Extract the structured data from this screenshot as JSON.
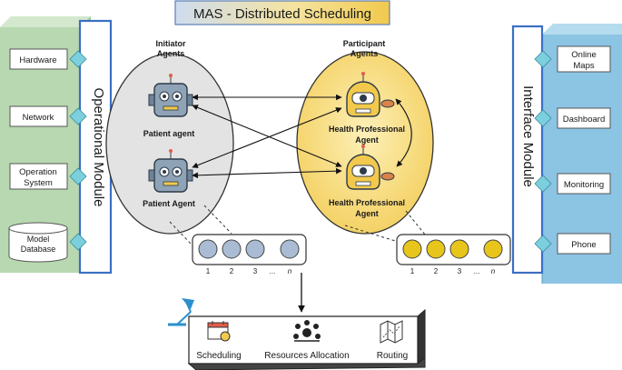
{
  "title": "MAS - Distributed Scheduling",
  "operational_module": {
    "label": "Operational Module",
    "items": [
      "Hardware",
      "Network",
      "Operation System",
      "Model Database"
    ]
  },
  "interface_module": {
    "label": "Interface Module",
    "items": [
      "Online Maps",
      "Dashboard",
      "Monitoring",
      "Phone"
    ]
  },
  "initiator": {
    "heading": "Initiator Agents",
    "agents": [
      "Patient agent",
      "Patient Agent"
    ]
  },
  "participant": {
    "heading": "Participant Agents",
    "agents": [
      "Health Professional Agent",
      "Health Professional Agent"
    ]
  },
  "queues": {
    "initiator_labels": [
      "1",
      "2",
      "3",
      "...",
      "n"
    ],
    "participant_labels": [
      "1",
      "2",
      "3",
      "...",
      "n"
    ]
  },
  "services": [
    "Scheduling",
    "Resources Allocation",
    "Routing"
  ],
  "colors": {
    "operational_fill": "#b7d8b0",
    "interface_fill": "#8cc4e3",
    "initiator_fill": "#e3e3e3",
    "participant_fill": "#f5d77a",
    "queue_initiator": "#a9bcd3",
    "queue_participant": "#e7c51a",
    "accent_blue": "#3a6fc4"
  }
}
